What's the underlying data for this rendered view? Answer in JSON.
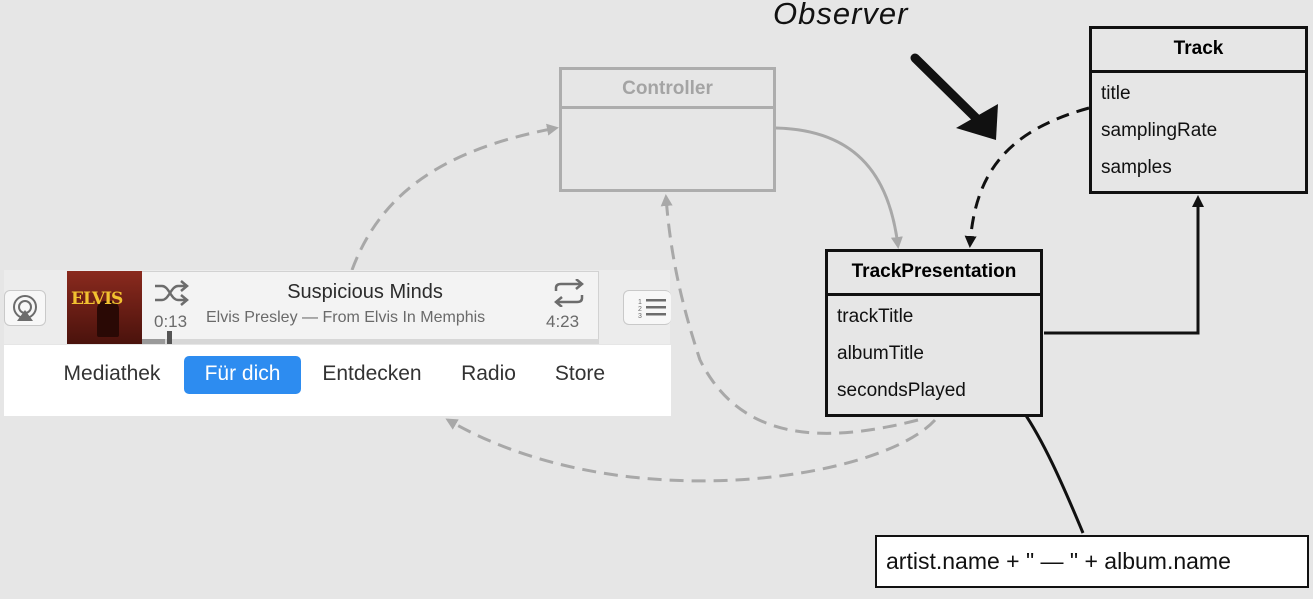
{
  "diagram": {
    "observer_label": "Observer",
    "controller": {
      "title": "Controller"
    },
    "track": {
      "title": "Track",
      "attributes": [
        "title",
        "samplingRate",
        "samples"
      ]
    },
    "track_presentation": {
      "title": "TrackPresentation",
      "attributes": [
        "trackTitle",
        "albumTitle",
        "secondsPlayed"
      ]
    },
    "formula": "artist.name + \" — \" + album.name"
  },
  "player": {
    "song_title": "Suspicious Minds",
    "song_subtitle": "Elvis Presley — From Elvis In Memphis",
    "elapsed": "0:13",
    "remaining": "4:23",
    "progress": 0.05,
    "album_art_text": "ELVIS",
    "icons": {
      "airplay": "airplay-icon",
      "shuffle": "shuffle-icon",
      "repeat": "repeat-icon",
      "up_next": "list-icon"
    },
    "tabs": [
      {
        "label": "Mediathek",
        "active": false
      },
      {
        "label": "Für dich",
        "active": true
      },
      {
        "label": "Entdecken",
        "active": false
      },
      {
        "label": "Radio",
        "active": false
      },
      {
        "label": "Store",
        "active": false
      }
    ]
  },
  "colors": {
    "active_tab": "#2d8cf0",
    "gray_arrow": "#a8a8a8",
    "black_arrow": "#111111"
  }
}
